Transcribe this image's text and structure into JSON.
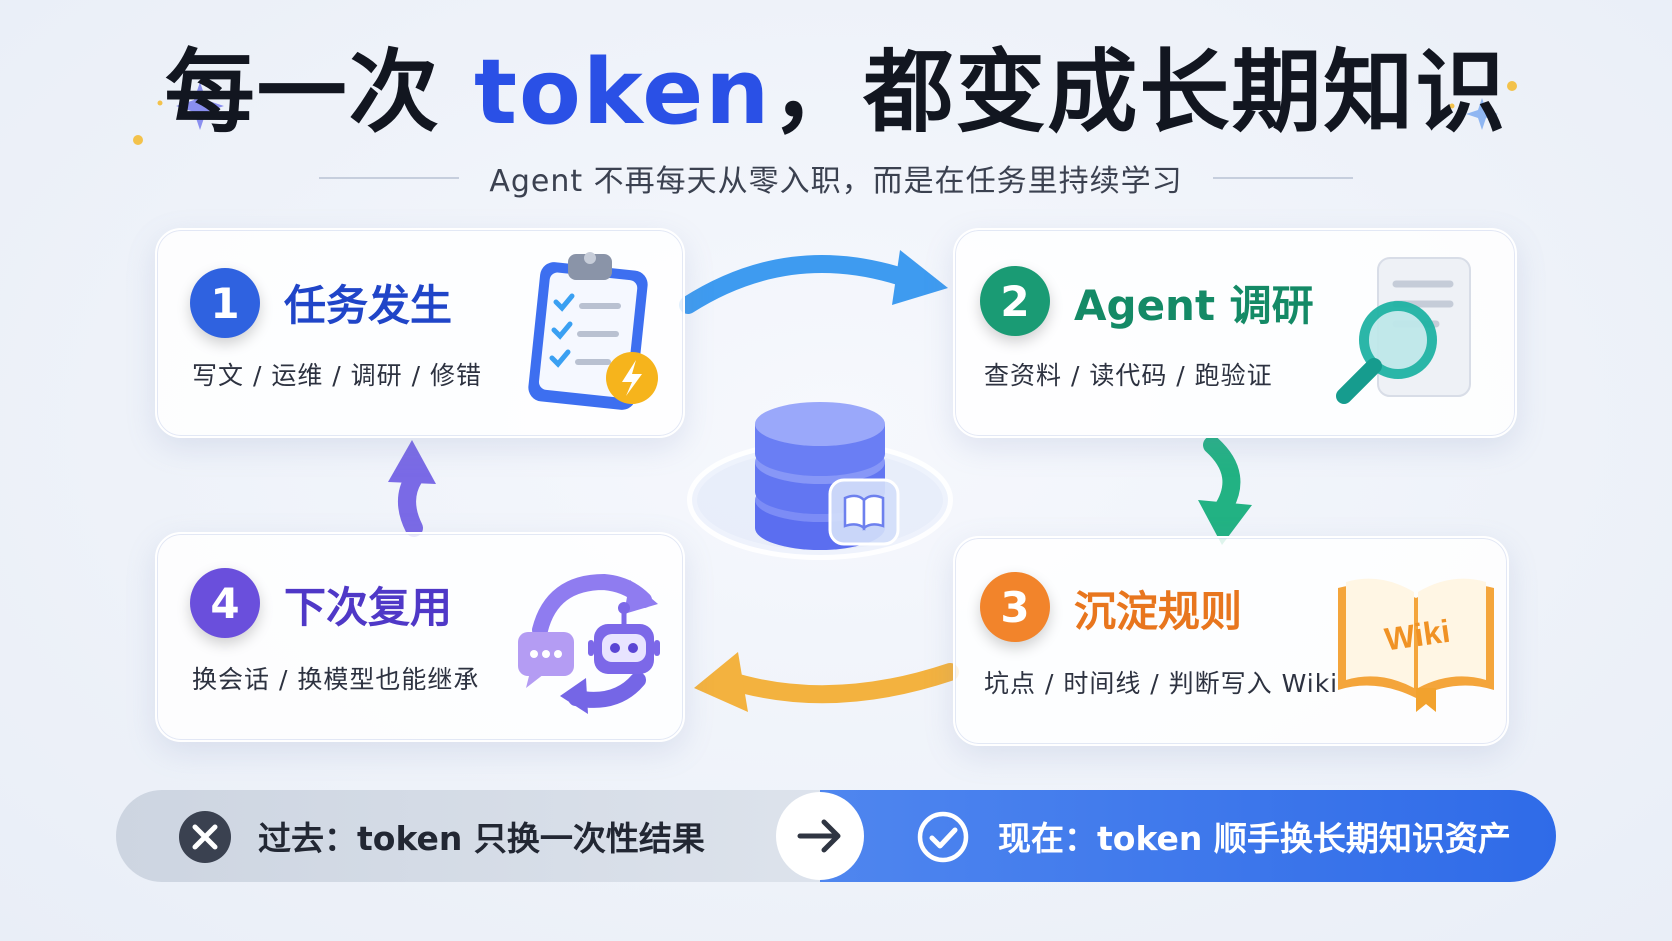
{
  "header": {
    "title_prefix": "每一次 ",
    "title_highlight": "token",
    "title_suffix": "，都变成长期知识",
    "subtitle": "Agent 不再每天从零入职，而是在任务里持续学习"
  },
  "steps": [
    {
      "number": "1",
      "title": "任务发生",
      "subtitle": "写文 / 运维 / 调研 / 修错",
      "color": "#2f62e0"
    },
    {
      "number": "2",
      "title": "Agent 调研",
      "subtitle": "查资料 / 读代码 / 跑验证",
      "color": "#1a9b74"
    },
    {
      "number": "3",
      "title": "沉淀规则",
      "subtitle": "坑点 / 时间线 / 判断写入 Wiki",
      "color": "#f2842b"
    },
    {
      "number": "4",
      "title": "下次复用",
      "subtitle": "换会话 / 换模型也能继承",
      "color": "#6a4fdc"
    }
  ],
  "illustrations": {
    "wiki_book_text": "Wiki"
  },
  "bottom": {
    "past": "过去：token 只换一次性结果",
    "now": "现在：token 顺手换长期知识资产"
  },
  "icons": [
    "sparkle-icon",
    "clipboard-checklist-icon",
    "lightning-badge-icon",
    "magnifier-document-icon",
    "open-book-icon",
    "chat-bubble-icon",
    "robot-icon",
    "refresh-cycle-icon",
    "database-icon",
    "close-icon",
    "arrow-right-icon",
    "check-circle-icon"
  ]
}
